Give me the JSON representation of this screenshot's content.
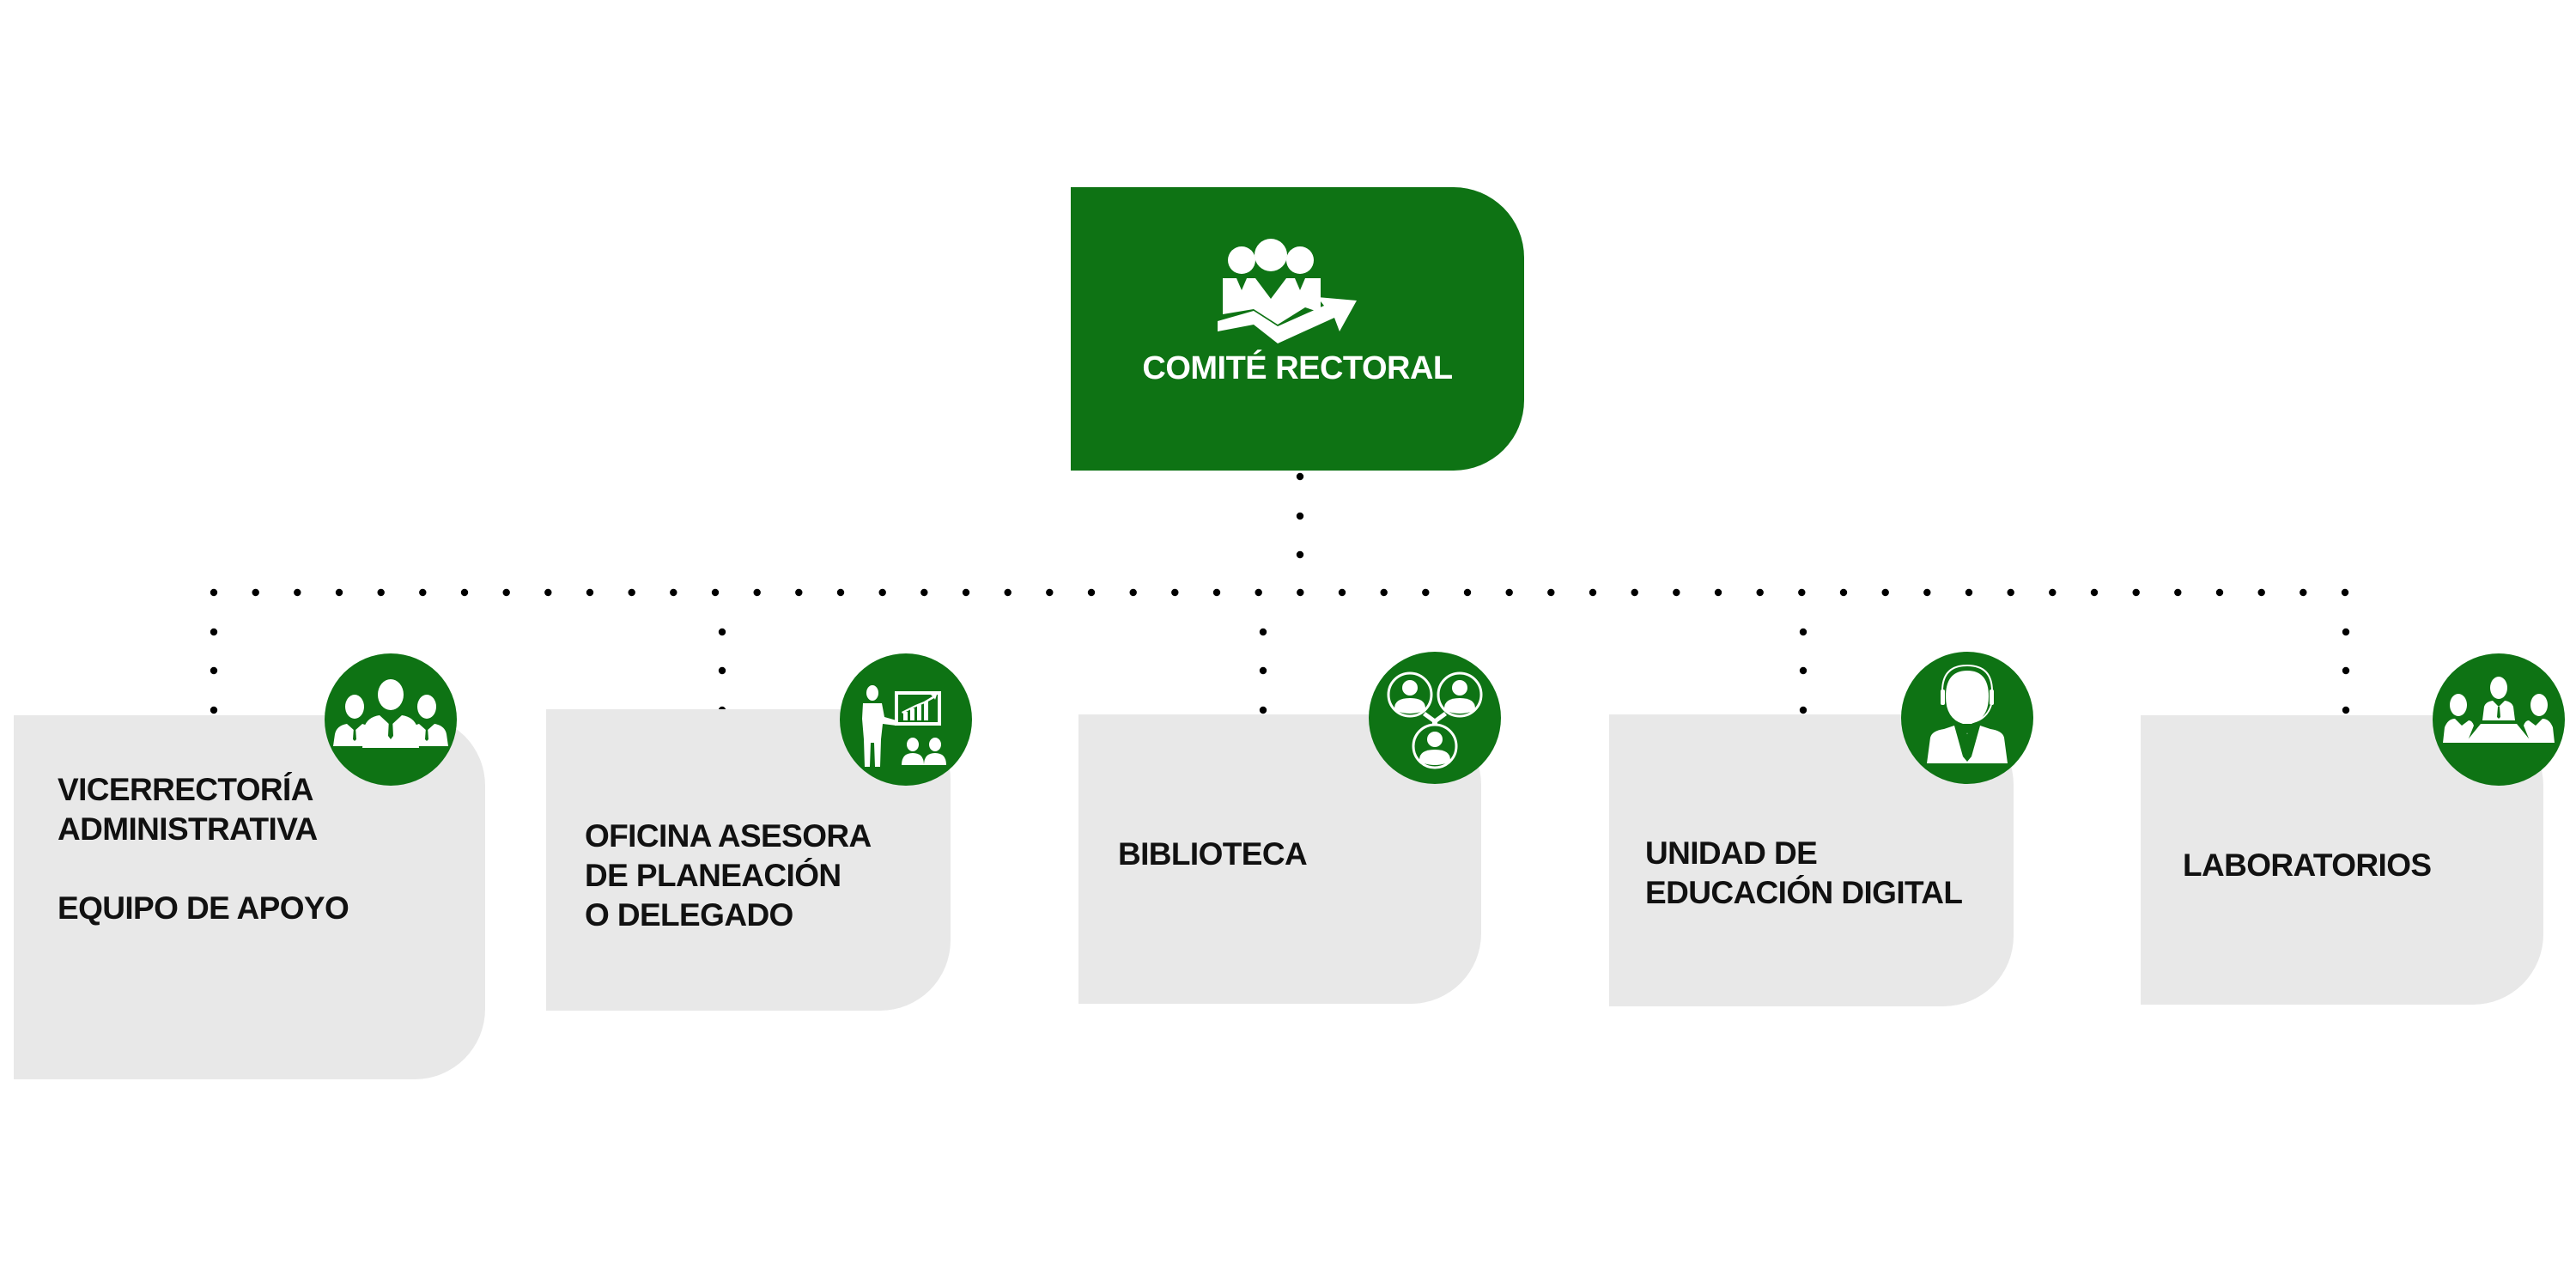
{
  "diagram": {
    "type": "org-chart",
    "accent_color": "#0e7314",
    "box_color": "#e8e8e8",
    "text_color": "#111111",
    "root": {
      "title": "COMITÉ RECTORAL",
      "icon": "team-growth-icon"
    },
    "children": [
      {
        "lines": [
          "VICERRECTORÍA",
          "ADMINISTRATIVA"
        ],
        "extra_line": "EQUIPO DE APOYO",
        "icon": "team-icon"
      },
      {
        "lines": [
          "OFICINA ASESORA",
          "DE PLANEACIÓN",
          "O DELEGADO"
        ],
        "icon": "presentation-icon"
      },
      {
        "lines": [
          "BIBLIOTECA"
        ],
        "icon": "network-users-icon"
      },
      {
        "lines": [
          "UNIDAD DE",
          "EDUCACIÓN DIGITAL"
        ],
        "icon": "headset-agent-icon"
      },
      {
        "lines": [
          "LABORATORIOS"
        ],
        "icon": "meeting-table-icon"
      }
    ],
    "connectors": {
      "style": "dotted",
      "from": "root",
      "to": [
        "children.0",
        "children.1",
        "children.2",
        "children.3",
        "children.4"
      ]
    }
  }
}
